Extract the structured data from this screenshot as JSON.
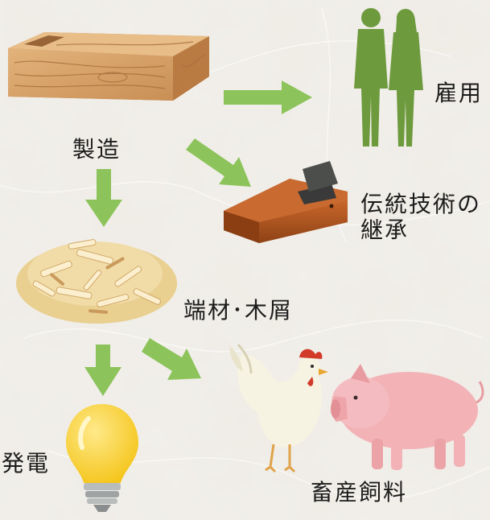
{
  "nodes": {
    "manufacturing": {
      "label": "製造",
      "icon": "wooden-box-icon"
    },
    "employment": {
      "label": "雇用",
      "icon": "business-people-icon"
    },
    "craft": {
      "label": "伝統技術の継承",
      "icon": "wood-plane-icon"
    },
    "offcuts": {
      "label": "端材･木屑",
      "icon": "wood-chips-icon"
    },
    "power": {
      "label": "発電",
      "icon": "light-bulb-icon"
    },
    "feed": {
      "label": "畜産飼料",
      "icon": "livestock-icon"
    }
  },
  "colors": {
    "arrow": "#8cc35a",
    "silhouette": "#6e9a3e",
    "wood": "#d8a56e",
    "plane": "#b0571f",
    "chips": "#efd9a2",
    "bulb": "#f7cf1e",
    "pig": "#f2b2b6",
    "text": "#1c1c1c"
  }
}
